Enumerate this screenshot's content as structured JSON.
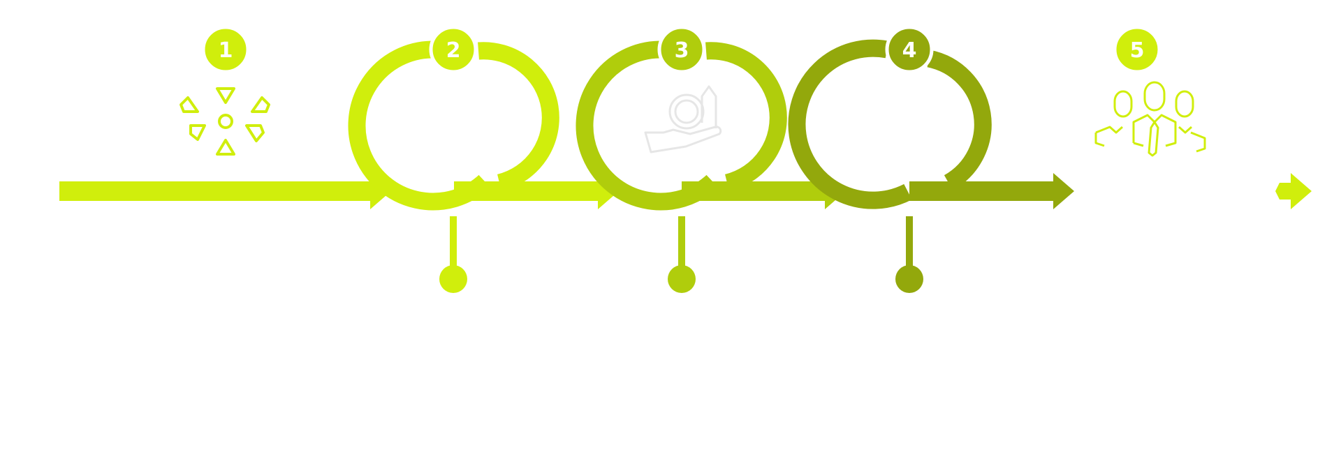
{
  "colors": {
    "lime": "#d0ee0c",
    "lime_mid": "#b0cd0c",
    "olive": "#93a80c",
    "white": "#ffffff"
  },
  "steps": [
    {
      "number": "1",
      "icon": "network-cycle-icon",
      "color": "#d0ee0c"
    },
    {
      "number": "2",
      "icon": "",
      "color": "#d0ee0c"
    },
    {
      "number": "3",
      "icon": "money-growth-hand-icon",
      "color": "#b0cd0c"
    },
    {
      "number": "4",
      "icon": "",
      "color": "#93a80c"
    },
    {
      "number": "5",
      "icon": "team-people-icon",
      "color": "#d0ee0c"
    }
  ]
}
